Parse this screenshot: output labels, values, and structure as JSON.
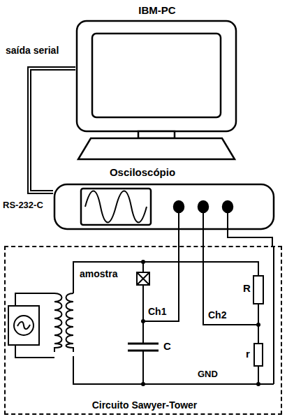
{
  "diagram": {
    "nodes": [
      {
        "text": [
          "IBM-PC"
        ]
      },
      {
        "text": [
          "Osciloscópio",
          "RS-232-C"
        ]
      },
      {
        "text": [
          "Circuito Sawyer-Tower"
        ]
      }
    ],
    "edges": [
      {
        "from": 0,
        "to": 1,
        "arrow": "none",
        "label": "saída serial"
      },
      {
        "from": 1,
        "to": 2,
        "arrow": "none"
      },
      {
        "from": 1,
        "to": 2,
        "arrow": "none"
      },
      {
        "from": 1,
        "to": 2,
        "arrow": "none"
      }
    ],
    "labels": [
      "amostra",
      "Ch1",
      "Ch2",
      "C",
      "R",
      "r",
      "GND"
    ]
  }
}
